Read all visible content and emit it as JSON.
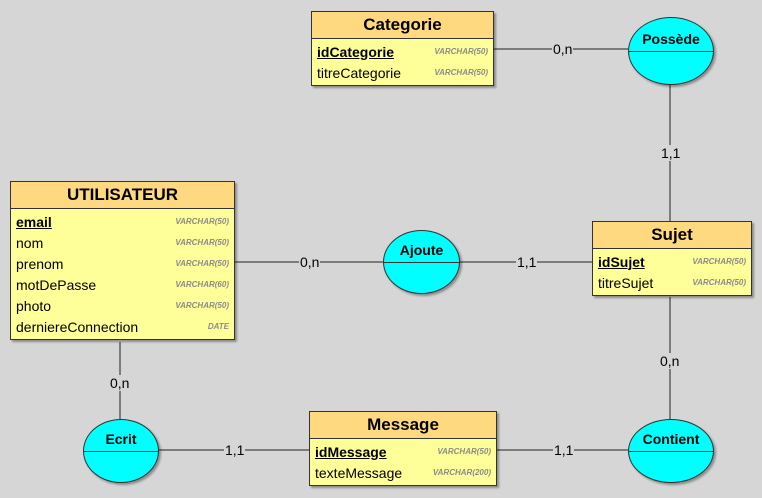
{
  "entities": {
    "categorie": {
      "name": "Categorie",
      "attributes": [
        {
          "name": "idCategorie",
          "type": "VARCHAR(50)"
        },
        {
          "name": "titreCategorie",
          "type": "VARCHAR(50)"
        }
      ]
    },
    "utilisateur": {
      "name": "UTILISATEUR",
      "attributes": [
        {
          "name": "email",
          "type": "VARCHAR(50)"
        },
        {
          "name": "nom",
          "type": "VARCHAR(50)"
        },
        {
          "name": "prenom",
          "type": "VARCHAR(50)"
        },
        {
          "name": "motDePasse",
          "type": "VARCHAR(60)"
        },
        {
          "name": "photo",
          "type": "VARCHAR(50)"
        },
        {
          "name": "derniereConnection",
          "type": "DATE"
        }
      ]
    },
    "sujet": {
      "name": "Sujet",
      "attributes": [
        {
          "name": "idSujet",
          "type": "VARCHAR(50)"
        },
        {
          "name": "titreSujet",
          "type": "VARCHAR(50)"
        }
      ]
    },
    "message": {
      "name": "Message",
      "attributes": [
        {
          "name": "idMessage",
          "type": "VARCHAR(50)"
        },
        {
          "name": "texteMessage",
          "type": "VARCHAR(200)"
        }
      ]
    }
  },
  "associations": {
    "possede": "Possède",
    "ajoute": "Ajoute",
    "ecrit": "Ecrit",
    "contient": "Contient"
  },
  "cardinalities": {
    "categorie_possede": "0,n",
    "sujet_possede": "1,1",
    "utilisateur_ajoute": "0,n",
    "sujet_ajoute": "1,1",
    "utilisateur_ecrit": "0,n",
    "message_ecrit": "1,1",
    "message_contient": "1,1",
    "sujet_contient": "0,n"
  },
  "colors": {
    "entity_header": "#ffd97f",
    "entity_body": "#ffff99",
    "association": "#00ffff",
    "background": "#d6d6d6"
  }
}
